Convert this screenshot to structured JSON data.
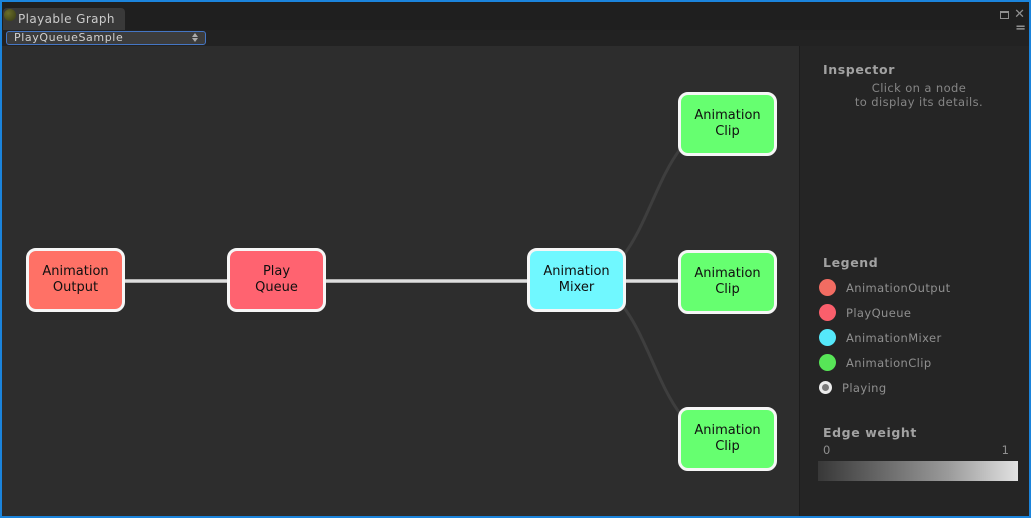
{
  "window": {
    "tab_title": "Playable Graph",
    "close_glyph": "✕",
    "accent_border": "#1b84dc"
  },
  "toolbar": {
    "graph_selector_value": "PlayQueueSample"
  },
  "inspector": {
    "title": "Inspector",
    "hint_line1": "Click on a node",
    "hint_line2": "to display its details."
  },
  "legend": {
    "title": "Legend",
    "items": [
      {
        "label": "AnimationOutput",
        "color": "#f26c62"
      },
      {
        "label": "PlayQueue",
        "color": "#fa5f6c"
      },
      {
        "label": "AnimationMixer",
        "color": "#55e8fa"
      },
      {
        "label": "AnimationClip",
        "color": "#57e557"
      },
      {
        "label": "Playing",
        "color": "#7a7a7a"
      }
    ]
  },
  "edge_weight": {
    "title": "Edge weight",
    "min": "0",
    "max": "1"
  },
  "graph": {
    "nodes": [
      {
        "id": "animation-output",
        "line1": "Animation",
        "line2": "Output",
        "color": "#ff7166"
      },
      {
        "id": "play-queue",
        "line1": "Play",
        "line2": "Queue",
        "color": "#ff6370"
      },
      {
        "id": "animation-mixer",
        "line1": "Animation",
        "line2": "Mixer",
        "color": "#70f8ff"
      },
      {
        "id": "animation-clip-top",
        "line1": "Animation",
        "line2": "Clip",
        "color": "#66ff70"
      },
      {
        "id": "animation-clip-middle",
        "line1": "Animation",
        "line2": "Clip",
        "color": "#66ff70"
      },
      {
        "id": "animation-clip-bottom",
        "line1": "Animation",
        "line2": "Clip",
        "color": "#66ff70"
      }
    ],
    "edges": [
      {
        "from": "animation-output",
        "to": "play-queue",
        "weight": 1
      },
      {
        "from": "play-queue",
        "to": "animation-mixer",
        "weight": 1
      },
      {
        "from": "animation-mixer",
        "to": "animation-clip-top",
        "weight": 0
      },
      {
        "from": "animation-mixer",
        "to": "animation-clip-middle",
        "weight": 1
      },
      {
        "from": "animation-mixer",
        "to": "animation-clip-bottom",
        "weight": 0
      }
    ]
  }
}
